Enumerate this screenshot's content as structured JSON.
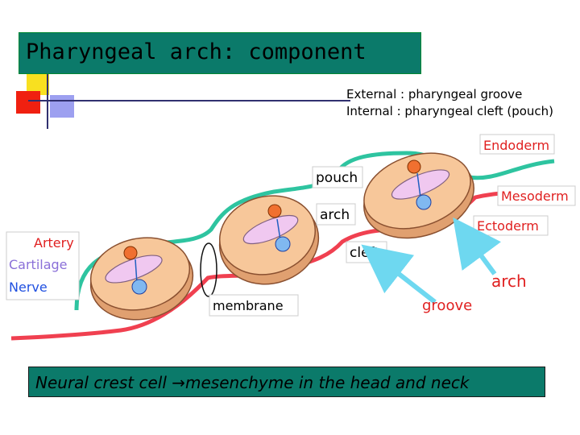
{
  "title": "Pharyngeal arch: component",
  "info": {
    "line1": "External : pharyngeal groove",
    "line2": "Internal : pharyngeal cleft (pouch)"
  },
  "labels": {
    "endoderm": "Endoderm",
    "mesoderm": "Mesoderm",
    "ectoderm": "Ectoderm",
    "pouch": "pouch",
    "arch_inner": "arch",
    "cleft": "cleft",
    "membrane": "membrane",
    "artery": "Artery",
    "cartilage": "Cartilage",
    "nerve": "Nerve",
    "groove": "groove",
    "arch_outer": "arch"
  },
  "footer": {
    "part1": "Neural crest cell ",
    "arrow": "→",
    "part2": "mesenchyme in the head and neck"
  },
  "colors": {
    "title_bg": "#0b7a6a",
    "endoderm": "#2ec4a0",
    "ectoderm": "#f04050",
    "arch_fill": "#f7c79a",
    "cartilage": "#f0c8f0",
    "artery": "#f07030",
    "nerve": "#80b8f0",
    "pointer": "#6ed8f0",
    "label_red": "#e02020"
  }
}
